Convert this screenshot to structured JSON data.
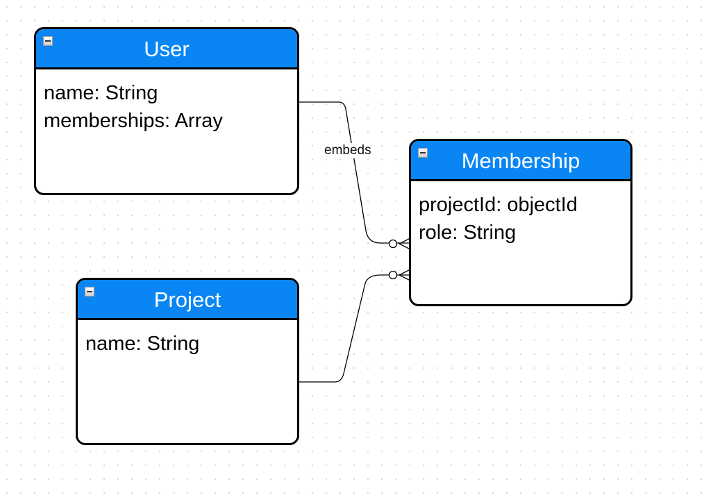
{
  "entities": {
    "user": {
      "title": "User",
      "attributes": [
        "name: String",
        "memberships: Array"
      ]
    },
    "membership": {
      "title": "Membership",
      "attributes": [
        "projectId: objectId",
        "role: String"
      ]
    },
    "project": {
      "title": "Project",
      "attributes": [
        "name: String"
      ]
    }
  },
  "relations": {
    "user_membership": {
      "label": "embeds",
      "cardinality": "zero-or-many"
    },
    "project_membership": {
      "label": "",
      "cardinality": "zero-or-many"
    }
  },
  "colors": {
    "header": "#0a86f4",
    "border": "#000000",
    "grid_dot": "#d6d6d6"
  },
  "icons": {
    "collapse": "collapse-icon"
  }
}
